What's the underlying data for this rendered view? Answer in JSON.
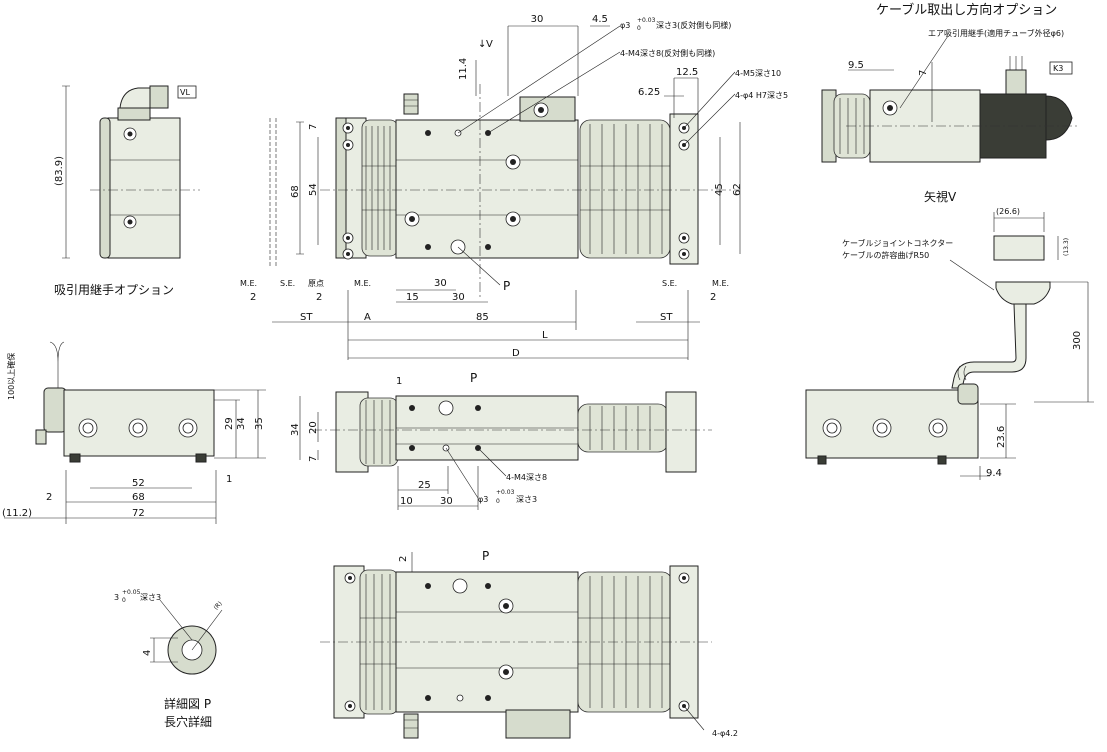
{
  "titles": {
    "cable_option": "ケーブル取出し方向オプション",
    "suction_option": "吸引用継手オプション",
    "view_v": "矢視V",
    "detail_p_1": "詳細図 P",
    "detail_p_2": "長穴詳細"
  },
  "badges": {
    "vl": "VL",
    "k3": "K3"
  },
  "annotations": {
    "phi3_depth3": "φ3",
    "phi3_tol": "+0.03",
    "phi3_tol0": "0",
    "phi3_depth3_suffix": "深さ3(反対側も同様)",
    "m4_depth8_both": "4-M4深さ8(反対側も同様)",
    "m5_depth10": "4-M5深さ10",
    "phi4_h7": "4-φ4 H7深さ5",
    "air_fitting": "エア吸引用継手(適用チューブ外径φ6)",
    "cable_joint": "ケーブルジョイントコネクター",
    "cable_bend": "ケーブルの許容曲げR50",
    "m4_depth8": "4-M4深さ8",
    "phi3_depth3_short": "深さ3",
    "phi42": "4-φ4.2",
    "slot_w": "3",
    "slot_tol": "+0.05",
    "slot_tol0": "0",
    "slot_depth": "深さ3",
    "slot_r": "(R)",
    "cable_margin": "100以上確保",
    "arrow_v": "V",
    "P": "P"
  },
  "dims": {
    "d30_top": "30",
    "d4_5": "4.5",
    "d11_4": "11.4",
    "d12_5": "12.5",
    "d6_25": "6.25",
    "d7_a": "7",
    "d68": "68",
    "d54": "54",
    "d45": "45",
    "d62": "62",
    "d83_9": "(83.9)",
    "me_l": "M.E.",
    "se_l": "S.E.",
    "origin": "原点",
    "me_m": "M.E.",
    "se_r": "S.E.",
    "me_r": "M.E.",
    "d2_a": "2",
    "d2_b": "2",
    "d2_c": "2",
    "d30_a": "30",
    "d15": "15",
    "d30_b": "30",
    "ST_l": "ST",
    "A": "A",
    "d85": "85",
    "ST_r": "ST",
    "L": "L",
    "D": "D",
    "d9_5": "9.5",
    "d7_b": "7",
    "d26_6": "(26.6)",
    "d13_3": "(13.3)",
    "d300": "300",
    "d23_6": "23.6",
    "d9_4": "9.4",
    "d29": "29",
    "d34_s": "34",
    "d35": "35",
    "d1_s": "1",
    "d52": "52",
    "d68_s": "68",
    "d2_s": "2",
    "d72": "72",
    "d11_2": "(11.2)",
    "d1_f": "1",
    "d34_f": "34",
    "d20": "20",
    "d7_f": "7",
    "d25": "25",
    "d10": "10",
    "d30_f": "30",
    "d2_bot": "2",
    "d4_det": "4"
  }
}
